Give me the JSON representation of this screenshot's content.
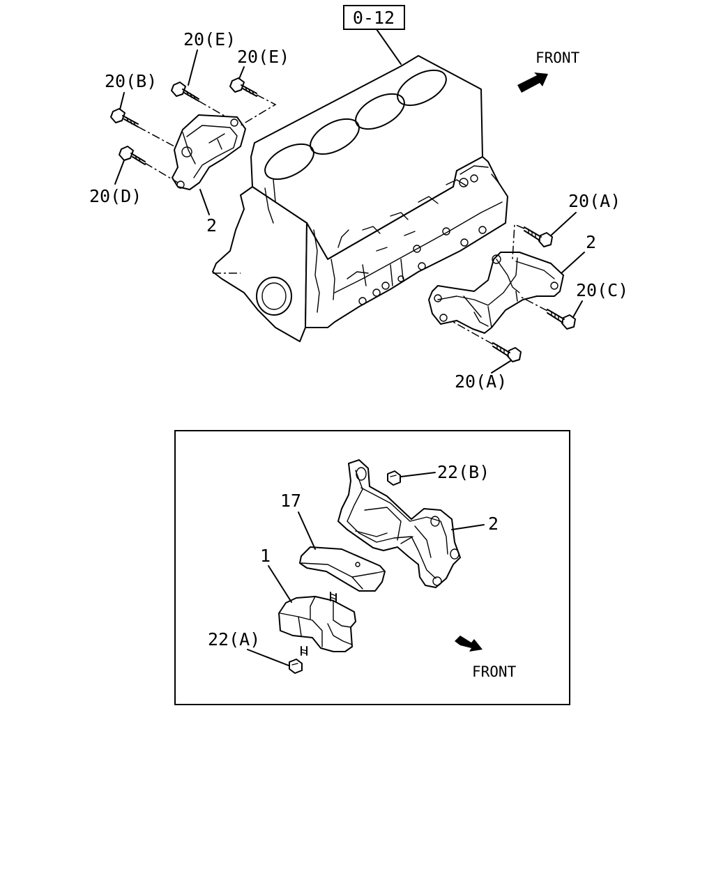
{
  "ref_box": "0-12",
  "front_label": "FRONT",
  "top_labels": {
    "bolt_e1": "20(E)",
    "bolt_e2": "20(E)",
    "bolt_b": "20(B)",
    "bolt_d": "20(D)",
    "bracket_left": "2",
    "bolt_a_top": "20(A)",
    "bracket_right": "2",
    "bolt_c": "20(C)",
    "bolt_a_bottom": "20(A)"
  },
  "inset_labels": {
    "nut_b": "22(B)",
    "bracket": "2",
    "stopper": "17",
    "mount": "1",
    "nut_a": "22(A)"
  }
}
